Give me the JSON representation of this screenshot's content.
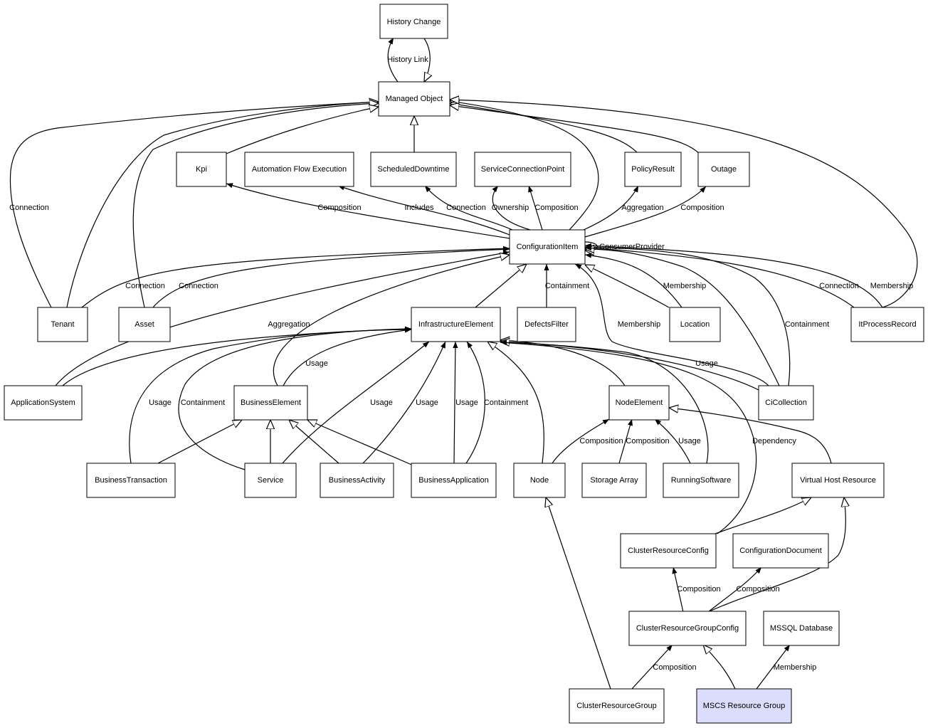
{
  "colors": {
    "default_fill": "#ffffff",
    "highlight_fill": "#dcdcfc",
    "stroke": "#000000"
  },
  "nodes": {
    "history_change": {
      "label": "History Change"
    },
    "managed_object": {
      "label": "Managed Object"
    },
    "kpi": {
      "label": "Kpi"
    },
    "automation_flow_execution": {
      "label": "Automation Flow Execution"
    },
    "scheduled_downtime": {
      "label": "ScheduledDowntime"
    },
    "service_connection_point": {
      "label": "ServiceConnectionPoint"
    },
    "policy_result": {
      "label": "PolicyResult"
    },
    "outage": {
      "label": "Outage"
    },
    "configuration_item": {
      "label": "ConfigurationItem"
    },
    "tenant": {
      "label": "Tenant"
    },
    "asset": {
      "label": "Asset"
    },
    "infrastructure_element": {
      "label": "InfrastructureElement"
    },
    "defects_filter": {
      "label": "DefectsFilter"
    },
    "location": {
      "label": "Location"
    },
    "it_process_record": {
      "label": "ItProcessRecord"
    },
    "application_system": {
      "label": "ApplicationSystem"
    },
    "business_element": {
      "label": "BusinessElement"
    },
    "node_element": {
      "label": "NodeElement"
    },
    "ci_collection": {
      "label": "CiCollection"
    },
    "business_transaction": {
      "label": "BusinessTransaction"
    },
    "service": {
      "label": "Service"
    },
    "business_activity": {
      "label": "BusinessActivity"
    },
    "business_application": {
      "label": "BusinessApplication"
    },
    "node": {
      "label": "Node"
    },
    "storage_array": {
      "label": "Storage Array"
    },
    "running_software": {
      "label": "RunningSoftware"
    },
    "virtual_host_resource": {
      "label": "Virtual Host Resource"
    },
    "cluster_resource_config": {
      "label": "ClusterResourceConfig"
    },
    "configuration_document": {
      "label": "ConfigurationDocument"
    },
    "cluster_resource_group_config": {
      "label": "ClusterResourceGroupConfig"
    },
    "mssql_database": {
      "label": "MSSQL Database"
    },
    "cluster_resource_group": {
      "label": "ClusterResourceGroup"
    },
    "mscs_resource_group": {
      "label": "MSCS Resource Group",
      "highlighted": true
    }
  },
  "edge_labels": {
    "history_link": "History Link",
    "connection_tenant_mo": "Connection",
    "composition_ci_kpi": "Composition",
    "includes_ci_afe": "Includes",
    "connection_ci_sd": "Connection",
    "ownership_ci_scp": "Ownership",
    "composition_ci_scp": "Composition",
    "aggregation_ci_pr": "Aggregation",
    "composition_ci_outage": "Composition",
    "consumer_provider": "ConsumerProvider",
    "connection_tenant_ci": "Connection",
    "connection_asset_ci": "Connection",
    "containment_df_ci": "Containment",
    "membership_loc_ci": "Membership",
    "membership_cic_ci": "Membership",
    "containment_cic_ci": "Containment",
    "connection_ipr_ci": "Connection",
    "membership_ipr_ci": "Membership",
    "aggregation_as_ie": "Aggregation",
    "usage_be_ie": "Usage",
    "usage_cic_ie": "Usage",
    "usage_bt_ie": "Usage",
    "containment_svc_ie": "Containment",
    "usage_svc_ie": "Usage",
    "usage_ba_ie": "Usage",
    "usage_bapp_ie": "Usage",
    "containment_bapp_ie": "Containment",
    "composition_node_ne": "Composition",
    "composition_sa_ne": "Composition",
    "usage_rs_ne": "Usage",
    "dependency_crc_ie": "Dependency",
    "composition_crgc_crc": "Composition",
    "composition_crgc_cd": "Composition",
    "composition_crg_crgc": "Composition",
    "membership_mscs_mssql": "Membership"
  }
}
